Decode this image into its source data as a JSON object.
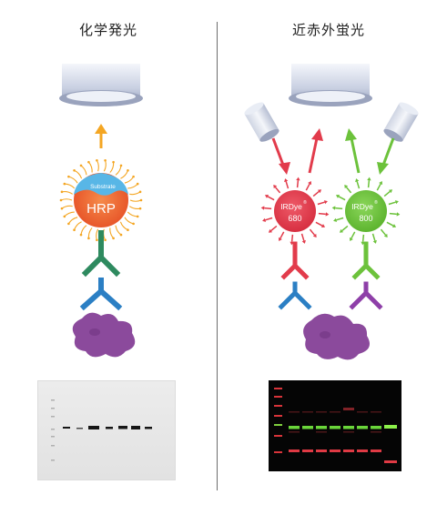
{
  "left_panel": {
    "title": "化学発光",
    "enzyme_label": "HRP",
    "substrate_label": "Substrate",
    "arrow_color": "#f4a623"
  },
  "right_panel": {
    "title": "近赤外蛍光",
    "dye_680": {
      "name": "IRDye",
      "mark": "®",
      "wavelength": "680",
      "color": "#e23b4b"
    },
    "dye_800": {
      "name": "IRDye",
      "mark": "®",
      "wavelength": "800",
      "color": "#6cc23b"
    }
  },
  "colors": {
    "antibody_green": "#2e8a5f",
    "antibody_blue": "#2b7fc4",
    "antibody_purple": "#8e3fa8",
    "antigen_purple": "#8b4a9c"
  }
}
